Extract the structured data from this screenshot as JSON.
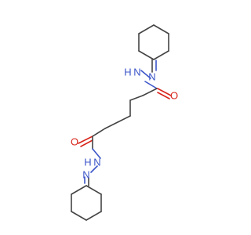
{
  "molecule": {
    "atoms": [
      {
        "id": "N1",
        "label": "N",
        "color": "#3b55c8"
      },
      {
        "id": "N2",
        "label": "N",
        "color": "#3b55c8"
      },
      {
        "id": "H1",
        "label": "H",
        "color": "#3b55c8"
      },
      {
        "id": "O1",
        "label": "O",
        "color": "#d8261c"
      },
      {
        "id": "O2",
        "label": "O",
        "color": "#d8261c"
      },
      {
        "id": "N3",
        "label": "N",
        "color": "#3b55c8"
      },
      {
        "id": "H2",
        "label": "H",
        "color": "#3b55c8"
      },
      {
        "id": "N4",
        "label": "N",
        "color": "#3b55c8"
      }
    ],
    "colors": {
      "carbon_bond": "#444444",
      "nitrogen": "#3b55c8",
      "oxygen": "#d8261c"
    }
  }
}
